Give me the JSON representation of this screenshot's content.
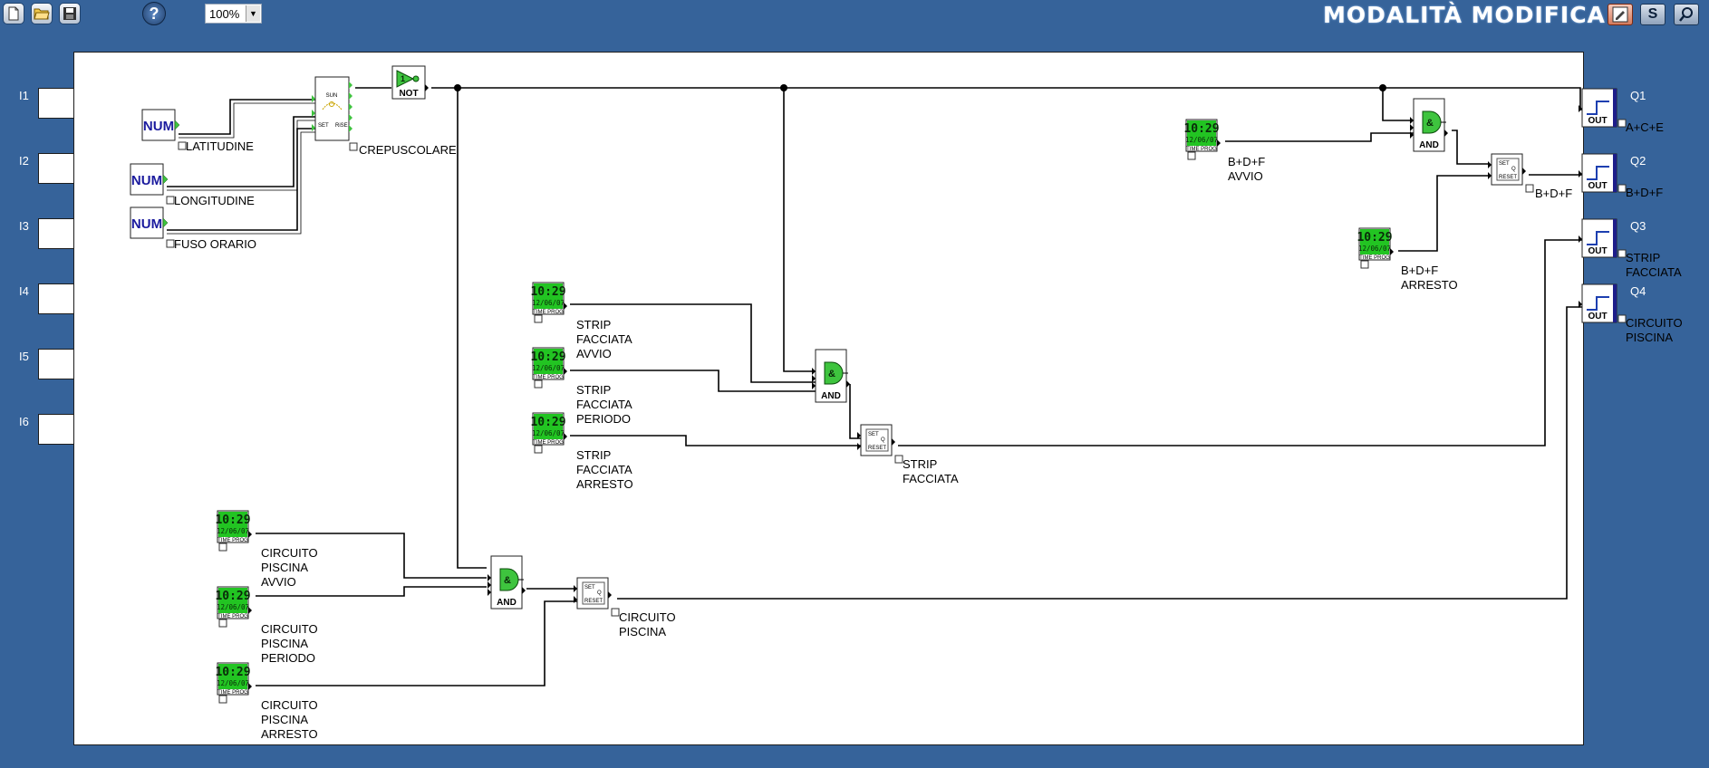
{
  "toolbar": {
    "new_icon": "new-file-icon",
    "open_icon": "folder-open-icon",
    "save_icon": "save-icon",
    "help_icon": "help-icon",
    "help_label": "?",
    "zoom_value": "100%",
    "mode_title": "MODALITÀ MODIFICA",
    "edit_icon": "edit-mode-icon",
    "sim_label": "S",
    "search_icon": "magnifier-icon"
  },
  "inputs": [
    "I1",
    "I2",
    "I3",
    "I4",
    "I5",
    "I6"
  ],
  "outputs": [
    {
      "id": "Q1",
      "block": "OUT",
      "label": "A+C+E"
    },
    {
      "id": "Q2",
      "block": "OUT",
      "label": "B+D+F"
    },
    {
      "id": "Q3",
      "block": "OUT",
      "label": [
        "STRIP",
        "FACCIATA"
      ]
    },
    {
      "id": "Q4",
      "block": "OUT",
      "label": [
        "CIRCUITO",
        "PISCINA"
      ]
    }
  ],
  "num_blocks": [
    {
      "text": "NUM",
      "label": "LATITUDINE"
    },
    {
      "text": "NUM",
      "label": "LONGITUDINE"
    },
    {
      "text": "NUM",
      "label": "FUSO ORARIO"
    }
  ],
  "sun_block": {
    "title": "SUN",
    "set": "SET",
    "rise": "RiSE",
    "label": "CREPUSCOLARE"
  },
  "not_block": {
    "text": "NOT",
    "symbol": "1"
  },
  "and_label": "AND",
  "sr_block": {
    "set": "SET",
    "q": "Q",
    "reset": "RESET"
  },
  "timer": {
    "time": "10:29",
    "date": "12/06/07",
    "caption": "TIME PROG"
  },
  "timer_labels": {
    "bdf_avvio": [
      "B+D+F",
      "AVVIO"
    ],
    "bdf_arresto": [
      "B+D+F",
      "ARRESTO"
    ],
    "strip_avvio": [
      "STRIP",
      "FACCIATA",
      "AVVIO"
    ],
    "strip_periodo": [
      "STRIP",
      "FACCIATA",
      "PERIODO"
    ],
    "strip_arresto": [
      "STRIP",
      "FACCIATA",
      "ARRESTO"
    ],
    "pisc_avvio": [
      "CIRCUITO",
      "PISCINA",
      "AVVIO"
    ],
    "pisc_periodo": [
      "CIRCUITO",
      "PISCINA",
      "PERIODO"
    ],
    "pisc_arresto": [
      "CIRCUITO",
      "PISCINA",
      "ARRESTO"
    ]
  },
  "sr_labels": {
    "bdf": [
      "B+D+F"
    ],
    "strip": [
      "STRIP",
      "FACCIATA"
    ],
    "pisc": [
      "CIRCUITO",
      "PISCINA"
    ]
  },
  "colors": {
    "background": "#36639a",
    "timer_green": "#22c422",
    "gate_green": "#3ec43e",
    "num_text": "#1b1b9e",
    "wire": "#000000"
  }
}
